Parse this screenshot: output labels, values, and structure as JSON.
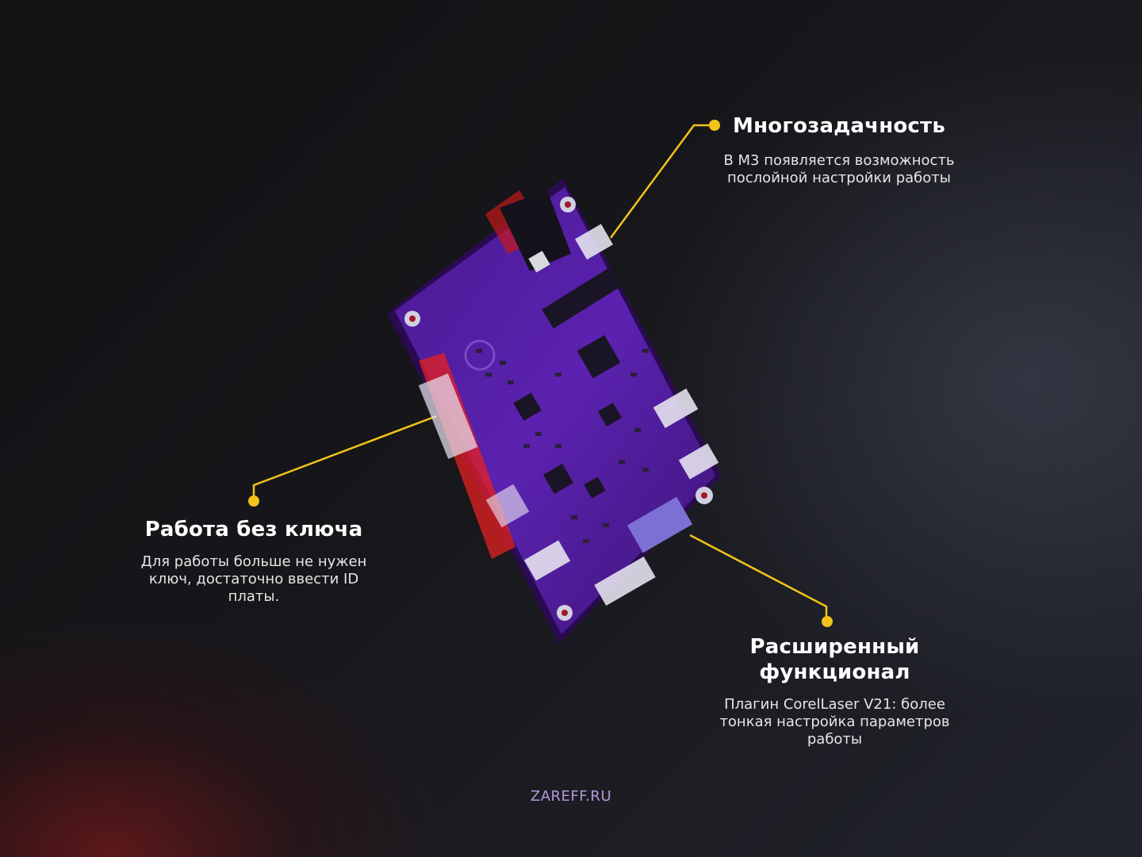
{
  "callouts": {
    "multitask": {
      "title": "Многозадачность",
      "description": "В М3 появляется возможность послойной настройки работы"
    },
    "no_key": {
      "title": "Работа без ключа",
      "description": "Для работы больше не нужен ключ, достаточно ввести ID платы."
    },
    "extended": {
      "title": "Расширенный функционал",
      "description": "Плагин CorelLaser V21: более тонкая настройка параметров работы"
    }
  },
  "footer": {
    "site": "ZAREFF.RU"
  },
  "colors": {
    "accent": "#F2C31B",
    "board": "#5A1FA8",
    "background": "#141416",
    "glow": "#9A1818"
  }
}
